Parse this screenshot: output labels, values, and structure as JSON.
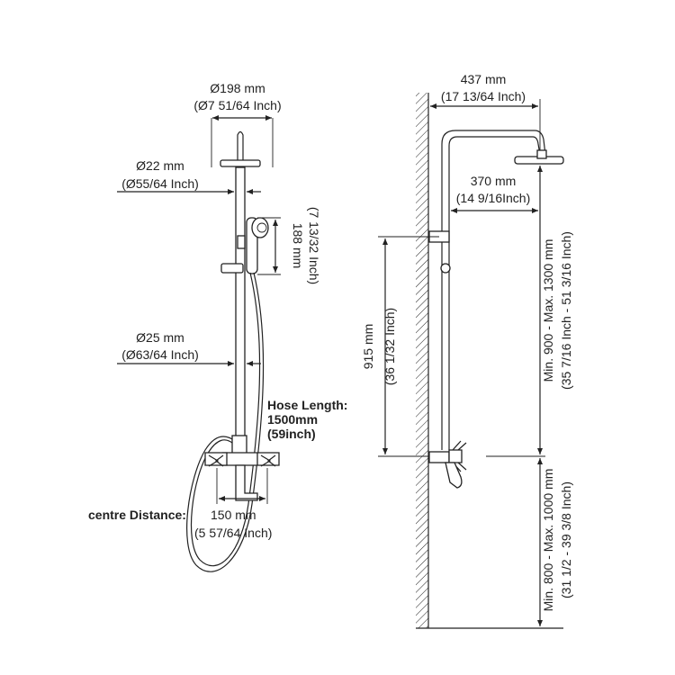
{
  "left_view": {
    "head_diameter": {
      "mm": "Ø198 mm",
      "inch": "(Ø7 51/64 Inch)"
    },
    "upper_pipe_diameter": {
      "mm": "Ø22 mm",
      "inch": "(Ø55/64 Inch)"
    },
    "hand_shower_height": {
      "mm": "188 mm",
      "inch": "(7 13/32 Inch)"
    },
    "lower_pipe_diameter": {
      "mm": "Ø25 mm",
      "inch": "(Ø63/64 Inch)"
    },
    "hose": {
      "title": "Hose Length:",
      "mm": "1500mm",
      "inch": "(59inch)"
    },
    "centre_distance": {
      "label": "centre Distance:",
      "mm": "150 mm",
      "inch": "(5 57/64 Inch)"
    }
  },
  "right_view": {
    "arm_length": {
      "mm": "437 mm",
      "inch": "(17 13/64 Inch)"
    },
    "head_reach": {
      "mm": "370 mm",
      "inch": "(14 9/16Inch)"
    },
    "bracket_to_mixer": {
      "mm": "915 mm",
      "inch": "(36 1/32 Inch)"
    },
    "mixer_to_head": {
      "range": "Min. 900 - Max. 1300 mm",
      "inch": "(35 7/16 Inch - 51 3/16 Inch)"
    },
    "floor_to_mixer": {
      "range": "Min. 800 - Max. 1000 mm",
      "inch": "(31 1/2 - 39 3/8 Inch)"
    }
  },
  "colors": {
    "line": "#222222",
    "background": "#ffffff"
  }
}
